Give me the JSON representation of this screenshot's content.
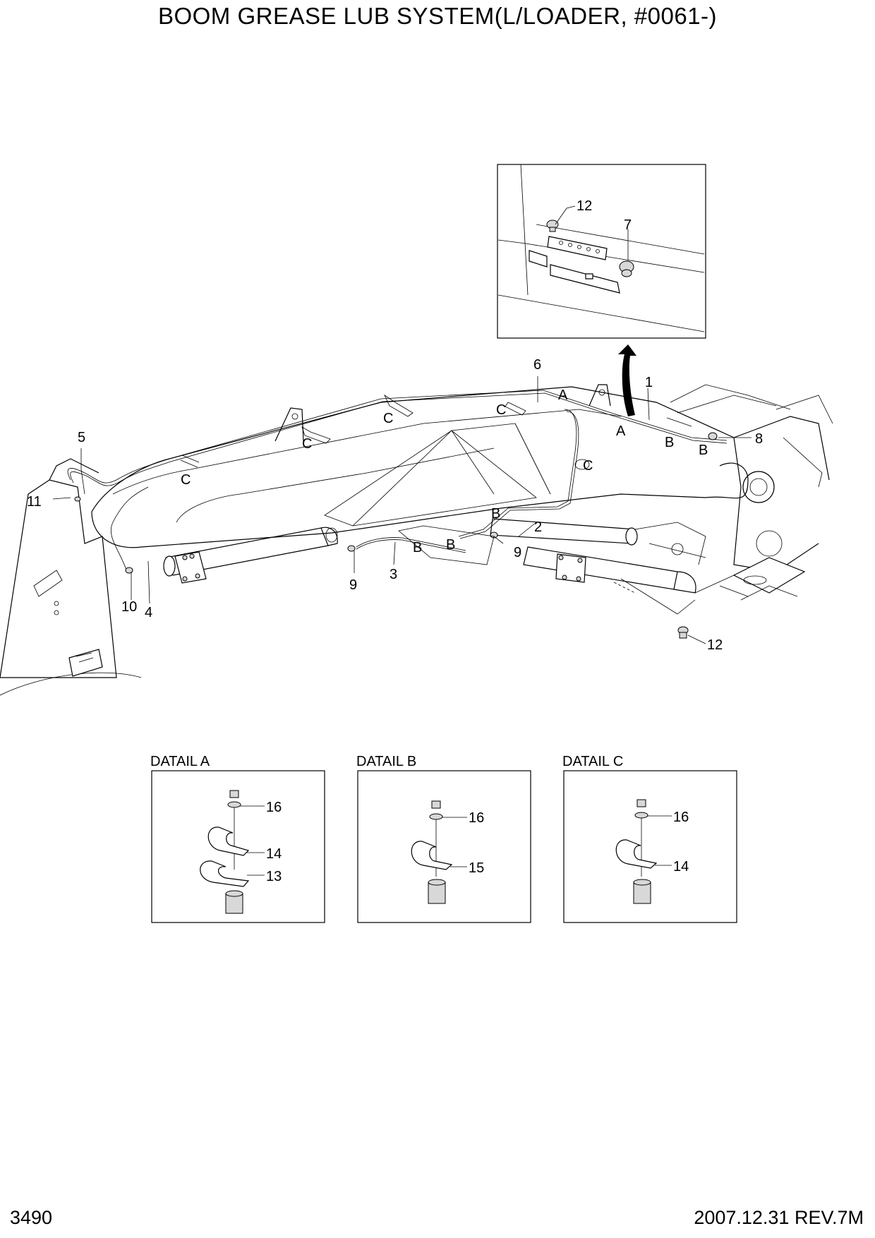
{
  "title": "BOOM GREASE LUB SYSTEM(L/LOADER, #0061-)",
  "footer": {
    "page_number": "3490",
    "revision": "2007.12.31 REV.7M"
  },
  "callouts": {
    "c1": "1",
    "c2": "2",
    "c3": "3",
    "c4": "4",
    "c5": "5",
    "c6": "6",
    "c8": "8",
    "c9a": "9",
    "c9b": "9",
    "c10": "10",
    "c11": "11",
    "c12b": "12"
  },
  "letters": {
    "A1": "A",
    "A2": "A",
    "B1": "B",
    "B2": "B",
    "B3": "B",
    "B4": "B",
    "B5": "B",
    "C1": "C",
    "C2": "C",
    "C3": "C",
    "C4": "C",
    "C5": "C"
  },
  "inset": {
    "c12": "12",
    "c7": "7"
  },
  "details": [
    {
      "title": "DATAIL A",
      "parts": [
        "16",
        "14",
        "13"
      ]
    },
    {
      "title": "DATAIL B",
      "parts": [
        "16",
        "15"
      ]
    },
    {
      "title": "DATAIL C",
      "parts": [
        "16",
        "14"
      ]
    }
  ]
}
